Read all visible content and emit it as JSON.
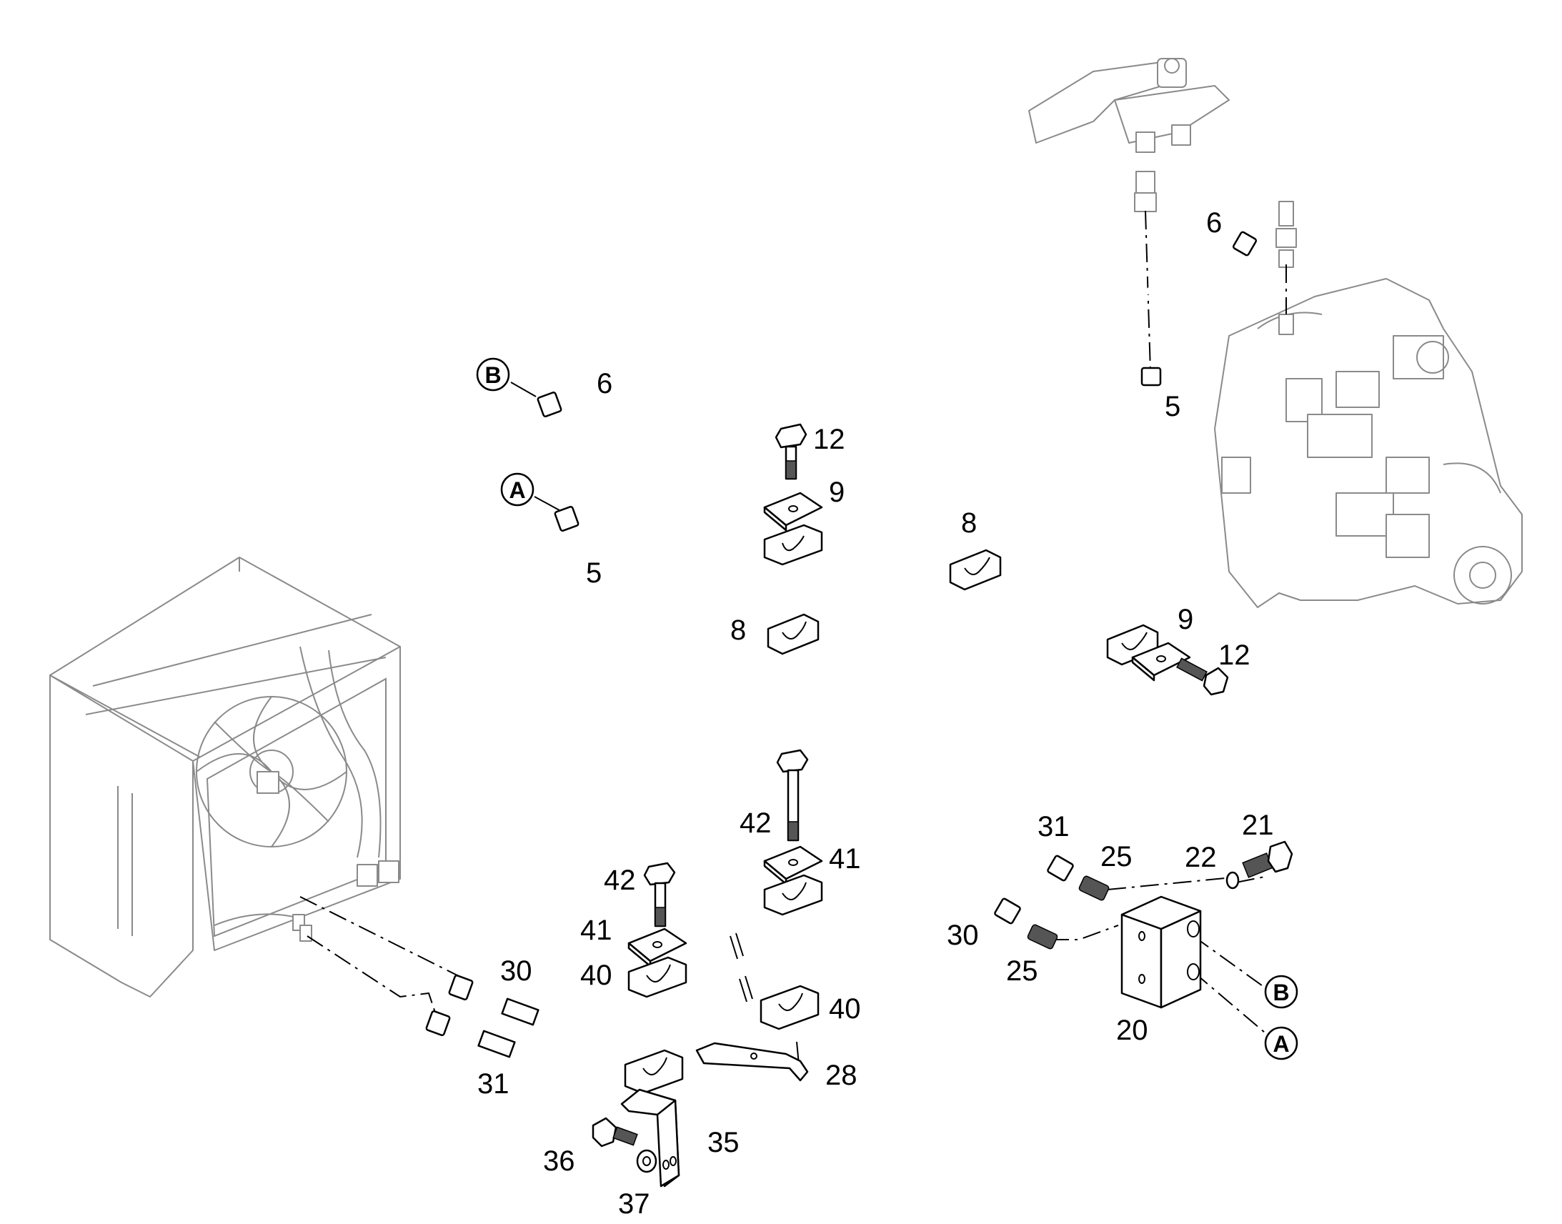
{
  "labels": {
    "l6a": "6",
    "l6b": "6",
    "l5a": "5",
    "l5b": "5",
    "l12a": "12",
    "l12b": "12",
    "l9a": "9",
    "l9b": "9",
    "l8a": "8",
    "l8b": "8",
    "l42a": "42",
    "l42b": "42",
    "l41a": "41",
    "l41b": "41",
    "l40a": "40",
    "l40b": "40",
    "l30a": "30",
    "l30b": "30",
    "l31a": "31",
    "l31b": "31",
    "l25a": "25",
    "l25b": "25",
    "l22": "22",
    "l21": "21",
    "l20": "20",
    "l28": "28",
    "l35": "35",
    "l36": "36",
    "l37": "37"
  },
  "refs": {
    "b_top": "B",
    "a_top": "A",
    "b_right": "B",
    "a_right": "A"
  }
}
